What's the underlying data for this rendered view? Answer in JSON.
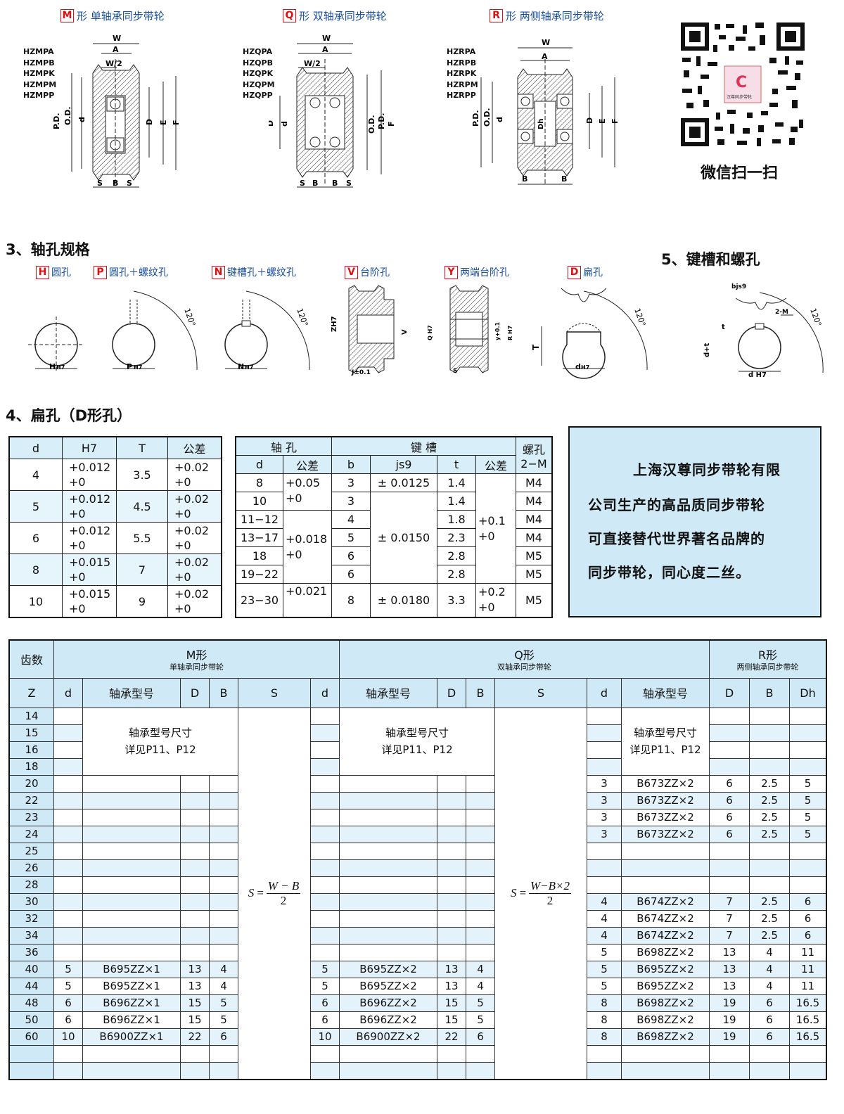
{
  "shapes": [
    {
      "tag": "M",
      "title": "形  单轴承同步带轮",
      "codes": [
        "HZMPA",
        "HZMPB",
        "HZMPK",
        "HZMPM",
        "HZMPP"
      ]
    },
    {
      "tag": "Q",
      "title": "形  双轴承同步带轮",
      "codes": [
        "HZQPA",
        "HZQPB",
        "HZQPK",
        "HZQPM",
        "HZQPP"
      ]
    },
    {
      "tag": "R",
      "title": "形  两侧轴承同步带轮",
      "codes": [
        "HZRPA",
        "HZRPB",
        "HZRPK",
        "HZRPM",
        "HZRPP"
      ]
    }
  ],
  "drawing_labels": {
    "W": "W",
    "A": "A",
    "W2": "W/2",
    "PD": "P.D.",
    "OD": "O.D.",
    "d": "d",
    "D": "D",
    "E": "E",
    "F": "F",
    "S": "S",
    "B": "B",
    "Dh": "Dh"
  },
  "qr": {
    "caption": "微信扫一扫",
    "logo_text": "汉尊同步带轮"
  },
  "section3": {
    "title": "3、轴孔规格",
    "holes": [
      {
        "tag": "H",
        "label": "圆孔",
        "dim": "H",
        "tol": "H7"
      },
      {
        "tag": "P",
        "label": "圆孔＋螺纹孔",
        "dim": "P",
        "tol": "H7"
      },
      {
        "tag": "N",
        "label": "键槽孔＋螺纹孔",
        "dim": "N",
        "tol": "H7"
      },
      {
        "tag": "V",
        "label": "台阶孔",
        "dim": "V",
        "tol": "H7"
      },
      {
        "tag": "Y",
        "label": "两端台阶孔",
        "dim": "Q",
        "tol": "H7"
      },
      {
        "tag": "D",
        "label": "扁孔",
        "dim": "d",
        "tol": "H7"
      }
    ],
    "angle": "120°",
    "z_label": "ZH7",
    "j_label": "J±0.1",
    "s_label": "S",
    "t_label": "T",
    "y_label": "y+0.1",
    "r_label": "R H7",
    "qh7": "Q H7"
  },
  "section5": {
    "title": "5、键槽和螺孔",
    "bjs9": "bjs9",
    "m2": "2-M",
    "t": "t",
    "dt": "d+t",
    "dh7": "d H7",
    "angle": "120°"
  },
  "section4": {
    "title": "4、扁孔（D形孔）",
    "headers": [
      "d",
      "H7",
      "T",
      "公差"
    ],
    "rows": [
      {
        "d": "4",
        "h7a": "+0.012",
        "h7b": "+0",
        "T": "3.5",
        "ta": "+0.02",
        "tb": "+0"
      },
      {
        "d": "5",
        "h7a": "+0.012",
        "h7b": "+0",
        "T": "4.5",
        "ta": "+0.02",
        "tb": "+0"
      },
      {
        "d": "6",
        "h7a": "+0.012",
        "h7b": "+0",
        "T": "5.5",
        "ta": "+0.02",
        "tb": "+0"
      },
      {
        "d": "8",
        "h7a": "+0.015",
        "h7b": "+0",
        "T": "7",
        "ta": "+0.02",
        "tb": "+0"
      },
      {
        "d": "10",
        "h7a": "+0.015",
        "h7b": "+0",
        "T": "9",
        "ta": "+0.02",
        "tb": "+0"
      }
    ]
  },
  "keyway": {
    "h_shaft": "轴    孔",
    "h_key": "键          槽",
    "h_screw": "螺孔",
    "h_d": "d",
    "h_tol": "公差",
    "h_b": "b",
    "h_js9": "js9",
    "h_t": "t",
    "h_tol2": "公差",
    "h_2m": "2−M",
    "d": [
      "8",
      "10",
      "11−12",
      "13−17",
      "18",
      "19−22",
      "23−30"
    ],
    "dtol": [
      [
        "+0.05",
        "+0"
      ],
      [
        "+0.018",
        "+0"
      ],
      [
        "+0.021"
      ]
    ],
    "b": [
      "3",
      "3",
      "4",
      "5",
      "6",
      "6",
      "8"
    ],
    "js9": [
      "± 0.0125",
      "± 0.0150",
      "± 0.0180"
    ],
    "t": [
      "1.4",
      "1.4",
      "1.8",
      "2.3",
      "2.8",
      "2.8",
      "3.3"
    ],
    "ttol": [
      [
        "+0.1",
        "+0"
      ],
      [
        "+0.2",
        "+0"
      ]
    ],
    "m": [
      "M4",
      "M4",
      "M4",
      "M4",
      "M5",
      "M5",
      "M5"
    ]
  },
  "info": {
    "lines": [
      "上海汉尊同步带轮有限",
      "公司生产的高品质同步带轮",
      "可直接替代世界著名品牌的",
      "同步带轮，同心度二丝。"
    ]
  },
  "bearing_table": {
    "h_teeth": "齿数",
    "h_z": "Z",
    "groups": [
      {
        "title": "M形",
        "sub": "单轴承同步带轮"
      },
      {
        "title": "Q形",
        "sub": "双轴承同步带轮"
      },
      {
        "title": "R形",
        "sub": "两侧轴承同步带轮"
      }
    ],
    "cols": {
      "d": "d",
      "model": "轴承型号",
      "D": "D",
      "B": "B",
      "S": "S",
      "Dh": "Dh"
    },
    "note": [
      "轴承型号尺寸",
      "详见P11、P12"
    ],
    "formula_m": {
      "lhs": "S",
      "num": "W − B",
      "den": "2"
    },
    "formula_q": {
      "lhs": "S",
      "num": "W−B×2",
      "den": "2"
    },
    "rows": [
      {
        "z": "14"
      },
      {
        "z": "15"
      },
      {
        "z": "16"
      },
      {
        "z": "18"
      },
      {
        "z": "20",
        "r": [
          "3",
          "B673ZZ×2",
          "6",
          "2.5",
          "5"
        ]
      },
      {
        "z": "22",
        "r": [
          "3",
          "B673ZZ×2",
          "6",
          "2.5",
          "5"
        ]
      },
      {
        "z": "23",
        "r": [
          "3",
          "B673ZZ×2",
          "6",
          "2.5",
          "5"
        ]
      },
      {
        "z": "24",
        "r": [
          "3",
          "B673ZZ×2",
          "6",
          "2.5",
          "5"
        ]
      },
      {
        "z": "25"
      },
      {
        "z": "26"
      },
      {
        "z": "28"
      },
      {
        "z": "30",
        "r": [
          "4",
          "B674ZZ×2",
          "7",
          "2.5",
          "6"
        ]
      },
      {
        "z": "32",
        "r": [
          "4",
          "B674ZZ×2",
          "7",
          "2.5",
          "6"
        ]
      },
      {
        "z": "34",
        "r": [
          "4",
          "B674ZZ×2",
          "7",
          "2.5",
          "6"
        ]
      },
      {
        "z": "36",
        "r": [
          "5",
          "B698ZZ×2",
          "13",
          "4",
          "11"
        ]
      },
      {
        "z": "40",
        "m": [
          "5",
          "B695ZZ×1",
          "13",
          "4"
        ],
        "q": [
          "5",
          "B695ZZ×2",
          "13",
          "4"
        ],
        "r": [
          "5",
          "B695ZZ×2",
          "13",
          "4",
          "11"
        ]
      },
      {
        "z": "44",
        "m": [
          "5",
          "B695ZZ×1",
          "13",
          "4"
        ],
        "q": [
          "5",
          "B695ZZ×2",
          "13",
          "4"
        ],
        "r": [
          "5",
          "B695ZZ×2",
          "13",
          "4",
          "11"
        ]
      },
      {
        "z": "48",
        "m": [
          "6",
          "B696ZZ×1",
          "15",
          "5"
        ],
        "q": [
          "6",
          "B696ZZ×2",
          "15",
          "5"
        ],
        "r": [
          "8",
          "B698ZZ×2",
          "19",
          "6",
          "16.5"
        ]
      },
      {
        "z": "50",
        "m": [
          "6",
          "B696ZZ×1",
          "15",
          "5"
        ],
        "q": [
          "6",
          "B696ZZ×2",
          "15",
          "5"
        ],
        "r": [
          "8",
          "B698ZZ×2",
          "19",
          "6",
          "16.5"
        ]
      },
      {
        "z": "60",
        "m": [
          "10",
          "B6900ZZ×1",
          "22",
          "6"
        ],
        "q": [
          "10",
          "B6900ZZ×2",
          "22",
          "6"
        ],
        "r": [
          "8",
          "B698ZZ×2",
          "19",
          "6",
          "16.5"
        ]
      },
      {
        "z": ""
      },
      {
        "z": ""
      }
    ]
  }
}
